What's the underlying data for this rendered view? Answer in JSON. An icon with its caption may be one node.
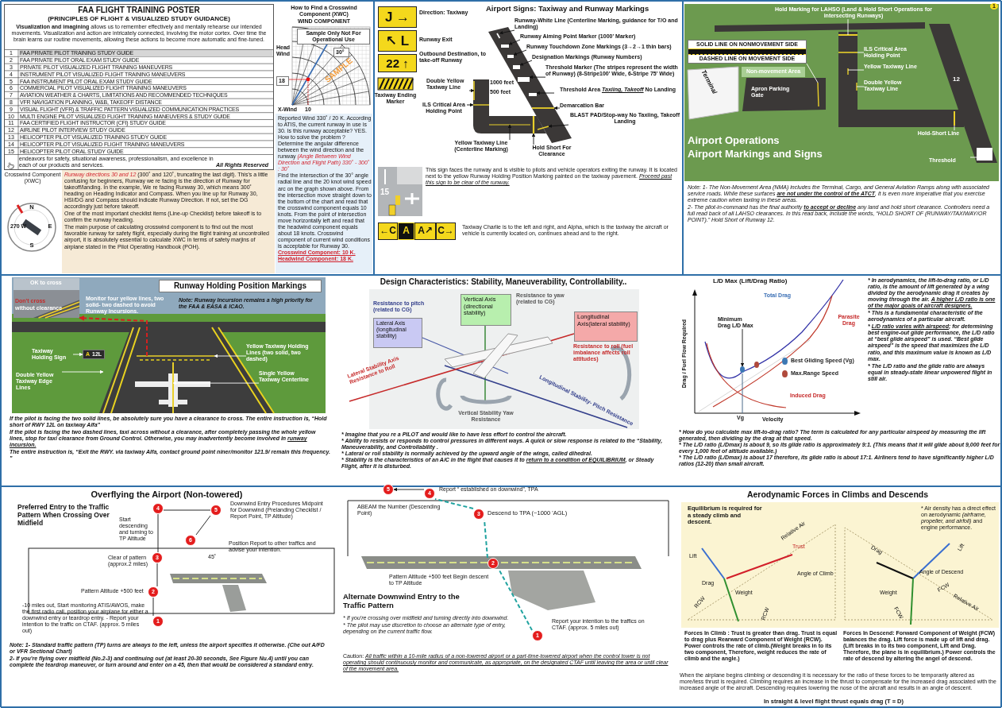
{
  "diagram": {
    "title": "FAA FLIGHT TRAINING POSTER",
    "nodes": [
      {
        "text": [
          "J →"
        ]
      },
      {
        "text": [
          "↖ L"
        ]
      },
      {
        "text": [
          "22 ↑"
        ]
      },
      {
        "text": [
          "Runway-White Line (Centerline Marking, guidance for T/O and Landing)"
        ]
      },
      {
        "text": [
          "Runway Aiming Point Marker (1000' Marker)"
        ]
      },
      {
        "text": [
          "Runway Touchdown Zone Markings (3→2→1 thin bars)"
        ]
      },
      {
        "text": [
          "Designation Markings (Runway Numbers)"
        ]
      },
      {
        "text": [
          "Threshold Marker (The stripes represent the width of Runway) (8-Stripe100' Wide, 6-Stripe 75' Wide)"
        ]
      },
      {
        "text": [
          "Double Yellow Taxiway Line"
        ]
      },
      {
        "text": [
          "Threshold Area *Taxiing, Takeoff* No Landing"
        ]
      },
      {
        "text": [
          "ILS Critical Area Holding Point"
        ]
      },
      {
        "text": [
          "Demarcation Bar"
        ]
      },
      {
        "text": [
          "BLAST PAD/Stop-way No Taxiing, Takeoff Landing"
        ]
      },
      {
        "text": [
          "Yellow Taxiway Line (Centerline Marking)"
        ]
      },
      {
        "text": [
          "Hold Short For Clearance"
        ]
      },
      {
        "text": [
          "←C"
        ]
      },
      {
        "text": [
          "A"
        ]
      },
      {
        "text": [
          "A↗"
        ]
      },
      {
        "text": [
          "C→"
        ]
      },
      {
        "text": [
          "Hold Marking for LAHSO (Land & Hold Short Operations for intersecting Runways)"
        ]
      },
      {
        "text": [
          "ILS Critical Area Holding Point"
        ]
      },
      {
        "text": [
          "Yellow Taxiway Line"
        ]
      },
      {
        "text": [
          "Double Yellow Taxiway Line"
        ]
      },
      {
        "text": [
          "Hold-Short Line"
        ]
      },
      {
        "text": [
          "Threshold"
        ]
      },
      {
        "text": [
          "SOLID LINE ON NONMOVEMENT SIDE",
          "DASHED LINE ON MOVEMENT SIDE"
        ]
      },
      {
        "text": [
          "Taxiway Holding Sign"
        ]
      },
      {
        "text": [
          "Double Yellow Taxiway Edge Lines"
        ]
      },
      {
        "text": [
          "Yellow Taxiway Holding Lines (two solid, two dashed)"
        ]
      },
      {
        "text": [
          "Single Yellow Taxiway Centerline"
        ]
      },
      {
        "text": [
          "Vertical Axis (directional stability)"
        ],
        "beside": [
          "Resistance to yaw (related to CG)"
        ]
      },
      {
        "text": [
          "Lateral Axis (longitudinal stability)"
        ],
        "beside": [
          "Resistance to pitch (related to CG)"
        ]
      },
      {
        "text": [
          "Longitudinal Axis(lateral stability)"
        ],
        "beside": [
          "Resistance to roll (fuel imbalance affects roll attitudes)"
        ]
      },
      {
        "text": [
          "Minimum Drag L/D Max"
        ]
      },
      {
        "text": [
          "4"
        ]
      },
      {
        "text": [
          "5"
        ]
      },
      {
        "text": [
          "6"
        ]
      },
      {
        "text": [
          "3"
        ]
      },
      {
        "text": [
          "2"
        ]
      },
      {
        "text": [
          "1"
        ]
      },
      {
        "text": [
          "5"
        ]
      },
      {
        "text": [
          "4"
        ]
      },
      {
        "text": [
          "3"
        ]
      },
      {
        "text": [
          "2"
        ]
      },
      {
        "text": [
          "1"
        ]
      },
      {
        "text": [
          "Non-movement Area"
        ]
      },
      {
        "text": [],
        "shape": "line"
      },
      {
        "text": [],
        "shape": "bar"
      },
      {
        "text": [],
        "shape": "bar"
      },
      {
        "text": [],
        "shape": "bar"
      },
      {
        "text": [],
        "shape": "bar"
      },
      {
        "text": [],
        "shape": "line"
      },
      {
        "text": [],
        "shape": "bar"
      },
      {
        "text": [],
        "shape": "line"
      },
      {
        "text": [],
        "shape": "line"
      },
      {
        "text": [],
        "shape": "line"
      },
      {
        "text": [],
        "shape": "line"
      },
      {
        "text": [],
        "shape": "line"
      },
      {
        "text": [],
        "shape": "line"
      },
      {
        "text": [],
        "shape": "line"
      },
      {
        "text": [],
        "shape": "line"
      },
      {
        "text": [],
        "shape": "line"
      },
      {
        "text": [],
        "shape": "line"
      },
      {
        "text": [],
        "shape": "line"
      },
      {
        "text": [],
        "shape": "bar"
      },
      {
        "text": [
          "A",
          "12L"
        ]
      },
      {
        "text": [],
        "shape": "line"
      },
      {
        "text": [],
        "shape": "line"
      },
      {
        "text": [],
        "shape": "line"
      },
      {
        "text": [],
        "shape": "circle"
      },
      {
        "text": [],
        "shape": "picture"
      }
    ],
    "edges": [
      {
        "from": 3,
        "to": 46,
        "arrow": "to"
      },
      {
        "from": 4,
        "to": 47,
        "arrow": "to"
      },
      {
        "from": 5,
        "to": 48,
        "arrow": "to"
      },
      {
        "from": 6,
        "to": 49,
        "arrow": "to"
      },
      {
        "from": 7,
        "to": 50,
        "arrow": "to"
      },
      {
        "from": 8,
        "to": 51,
        "arrow": "to"
      },
      {
        "from": 9,
        "to": 52,
        "arrow": "to"
      },
      {
        "from": 10,
        "to": 53,
        "arrow": "to"
      },
      {
        "from": 11,
        "to": 54,
        "arrow": "to"
      },
      {
        "from": 12,
        "to": 55,
        "arrow": "to"
      },
      {
        "from": 13,
        "to": 56,
        "arrow": "to"
      },
      {
        "from": 14,
        "to": 57,
        "arrow": "to"
      },
      {
        "from": 19,
        "to": 58,
        "arrow": "none",
        "color": "#ffffff"
      },
      {
        "from": 20,
        "to": 60,
        "arrow": "none",
        "color": "#ffffff"
      },
      {
        "from": 21,
        "to": 61,
        "arrow": "none",
        "color": "#ffffff"
      },
      {
        "from": 22,
        "to": 62,
        "arrow": "none",
        "color": "#ffffff"
      },
      {
        "from": 23,
        "to": 63,
        "arrow": "none",
        "color": "#ffffff"
      },
      {
        "from": 24,
        "to": 64,
        "arrow": "none",
        "color": "#ffffff"
      },
      {
        "from": 25,
        "to": 59,
        "arrow": "none",
        "color": "#ffffff"
      },
      {
        "from": 26,
        "to": 65,
        "arrow": "to",
        "color": "#ffffff"
      },
      {
        "from": 27,
        "to": 66,
        "arrow": "to",
        "color": "#ffffff"
      },
      {
        "from": 28,
        "to": 67,
        "arrow": "to",
        "color": "#ffffff"
      },
      {
        "from": 29,
        "to": 68,
        "arrow": "to",
        "color": "#ffffff"
      },
      {
        "from": 33,
        "to": 69,
        "arrow": "to"
      },
      {
        "from": 67,
        "to": 70,
        "arrow": "to",
        "style": "dashed",
        "color": "#d32020"
      },
      {
        "from": 39,
        "to": 38,
        "arrow": "none"
      },
      {
        "from": 38,
        "to": 37,
        "arrow": "none"
      },
      {
        "from": 37,
        "to": 34,
        "arrow": "none"
      },
      {
        "from": 34,
        "to": 35,
        "arrow": "none"
      },
      {
        "from": 35,
        "to": 36,
        "arrow": "none"
      },
      {
        "from": 44,
        "to": 43,
        "arrow": "none",
        "style": "dashed",
        "color": "#21a3a0"
      },
      {
        "from": 43,
        "to": 42,
        "arrow": "none",
        "style": "dashed",
        "color": "#21a3a0"
      },
      {
        "from": 42,
        "to": 41,
        "arrow": "none",
        "style": "dashed",
        "color": "#21a3a0"
      },
      {
        "from": 41,
        "to": 40,
        "arrow": "to"
      }
    ],
    "labels": [
      "(PRINCIPLES OF FLIGHT & VISUALIZED STUDY GUIDANCE)",
      "**Visualization and imagining** allows us to remember effectively and mentally rehearse our intended movements. Visualization and action are intricately connected, involving the motor cortex. Over time the brain learns our routine movements, allowing these actions to become more automatic and fine-tuned.",
      "1",
      "FAA PRIVATE PILOT TRAINING STUDY GUIDE",
      "2",
      "FAA PRIVATE PILOT ORAL EXAM STUDY GUIDE",
      "3",
      "PRIVATE PILOT VISUALIZED FLIGHT TRAINING MANEUVERS",
      "4",
      "INSTRUMENT PILOT VISUALIZED FLIGHT TRAINING MANEUVERS",
      "5",
      "FAA INSTRUMENT PILOT ORAL EXAM STUDY GUIDE",
      "6",
      "COMMERCIAL PILOT VISUALIZED FLIGHT TRAINING MANEUVERS",
      "7",
      "AVIATION WEATHER & CHARTS, LIMITATIONS AND RECOMMENDED TECHNIQUES",
      "8",
      "VFR NAVIGATION PLANNING, W&B, TAKEOFF DISTANCE",
      "9",
      "VISUAL FLIGHT (VFR) & TRAFFIC PATTERN VISUALIZED COMMUNICATION PRACTICES",
      "10",
      "MULTI ENGINE PILOT VISUALIZED FLIGHT TRAINING MANEUVERS & STUDY GUIDE",
      "11",
      "FAA CERTIFIED FLIGHT INSTRUCTOR (CFI) STUDY GUIDE",
      "12",
      "AIRLINE PILOT INTERVIEW STUDY GUIDE",
      "13",
      "HELICOPTER PILOT VISUALIZED TRAINING STUDY GUIDE",
      "14",
      "HELICOPTER PILOT VISUALIZED FLIGHT TRAINING MANEUVERS",
      "15",
      "HELICOPTER PILOT ORAL STUDY GUIDE",
      "endeavors for safety, situational awareness, professionalism, and excellence in each of our products and services.",
      "All Rights Reserved",
      "How to Find a Crosswind Component (XWC)",
      "WIND COMPONENT",
      "Sample Only Not For Operational Use",
      "SAMPLE",
      "Head Wind",
      "30°",
      "18",
      "X-Wind",
      "10",
      "Crosswind Component (XWC)",
      "N",
      "E",
      "S",
      "270 W",
      "*Runway directions 30 and 12* (300˚ and 120˚, truncating the last digit). This's a little confusing for beginners, Runway we re facing is the direction of Runway for takeoff/landing. In the example, We re facing Runway 30, which means 300˚ heading on Heading Indicator and Compass. When you line up for Runway 30, HSI/DG and Compass should indicate Runway Direction. If not, set the DG accordingly just before takeoff.",
      "One of the most important checklist items (Line-up Checklist) before takeoff is to confirm the runway heading.",
      "The main purpose of calculating crosswind component is to find out the most favorable runway for safety flight, especially during the flight training at uncontrolled airport, it is absolutely essential to calculate XWC in terms of safety marjins of airplane stated in the Pilot Operating Handbook (POH).",
      "Reported Wind 330˚ / 20 K. According to ATIS, the current runway in use is 30. Is this runway acceptable? YES. How to solve the problem ?",
      "Determine the angular difference between the wind direction and the runway *(Angle Between Wind Direction and Flight Path) 330˚ - 300˚ : 30˚*",
      "Find the intersection of the 30° angle radial line and the 20 knot wind speed arc on the graph shown above. From the intersection move straight down to the bottom of the chart and read that the crosswind component equals 10 knots. From the point of intersection move horizontally left and read that the headwind component equals about 18 knots. Crosswind component of current wind conditions is acceptable for Runway 30. **Crosswind Component: 10 K. Headwind Component: 18 K.**",
      "Airport Signs: Taxiway and Runway Markings",
      "Direction: Taxiway",
      "Runway Exit",
      "Outbound Destination, to take-off Runway",
      "Taxiway Ending Marker",
      "1000 feet",
      "500 feet",
      "15",
      "This sign faces the runway and is visible to pilots and vehicle operators exiting the runway. It is located next to the yellow Runway Holding Position Marking painted on the taxiway pavement. *Proceed past this sign to be clear of the runway.*",
      "Taxiway Charlie is to the left and right, and Alpha, which is the taxiway the aircraft or vehicle is currently located on, continues ahead and to the right.",
      "Terminal",
      "Apron Parking Gate",
      "12",
      "Airport Operations",
      "Airport Markings and Signs",
      "1",
      "Note: 1- The Non-Movement Area (NMA) includes the Terminal, Cargo, and General Aviation Ramps along with associated service roads. While these surfaces **are not under the control of the ATCT**, it is even more imperative that you exercise extreme caution when taxiing in these areas.",
      "2- The pilot-in-command has the final authority **to accept or decline** any land and hold short clearance. Controllers need a full read back of all LAHSO clearances. In this read back, include the words, “HOLD SHORT OF (RUNWAY/TAXIWAY/OR POINT).” Hold Short of Runway 12.",
      "Runway Holding Position Markings",
      "Note: Runway Incursion remains a high priority for the FAA & EASA & ICAO.",
      "OK to cross",
      "Don't cross",
      "without clearance",
      "Monitor four yellow lines, two solid- two dashed to avoid Runway Incursions.",
      "If the pilot is facing the two solid lines, be absolutely sure you have a clearance to cross. The entire instruction is, “Hold short of RWY 12L on taxiway Alfa”",
      "If the pilot is facing the two dashed lines, taxi across without a clearance, after completely passing the whole yellow lines, stop for taxi clearance from Ground Control. Otherwise, you may inadvertently become involved in **runway incursion.**",
      "The entire instruction is, “Exit the RWY. via taxiway Alfa, contact ground point niner/monitor 121.9/ remain this frequency. ”",
      "Design Characteristics: Stability, Maneuverability, Controllability..",
      "Lateral Stability Axis Resistance to Roll",
      "Longitudinal Stability- Pitch Resistance",
      "Vertical Stability Yaw Resistance",
      "* Imagine that you re a PILOT and would like to have less effort to control the aircraft.",
      "* Ability to resists or responds to control pressures in different ways. A quick or slow response is related to the “Stability, Maneuverability, and Controllability .",
      "* Lateral or roll stability is normally achieved by the upward angle of the wings, called dihedral.",
      "* Stability is the characteristics of an A/C in the flight that causes it to **return to a condition of EQUILIBRIUM**, or Steady Flight, after it is disturbed.",
      "L/D Max (Lift/Drag Ratio)",
      "Drag / Fuel Flow Required",
      "Total Drag",
      "Parasite Drag",
      "Induced Drag",
      "Vg",
      "Velocity",
      "* In aerodynamics, the lift-to-drag ratio, or L/D ratio, is the amount of lift generated by a wing divided by the aerodynamic drag it creates by moving through the air. **A higher L/D ratio is one of the major goals of aircraft designers.**",
      "* This is a fundamental characteristic of the aerodynamics of a particular aircraft.",
      "* **L/D ratio varies with airspeed**; for determining best engine-out glide performance, the L/D ratio at “best glide airspeed” is used. “Best glide airspeed” is the speed that maximizes the L/D ratio, and this maximum value is known as L/D max.",
      "* The L/D ratio and the glide ratio are always equal in steady-state linear unpowered flight in still air.",
      "* How do you calculate max lift-to-drag ratio? The term is calculated for any particular airspeed by measuring the lift generated, then dividing by the drag at that speed.",
      "* The L/D ratio (L/Dmax) is about 9, so its glide ratio is approximately 9:1. (This means that it will glide about 9,000 feet for every 1,000 feet of altitude available.)",
      "* The L/D ratio (L/Dmax) is about 17 therefore, its glide ratio is about 17:1. Airliners tend to have significantly higher L/D ratios (12-20) than small aircraft.",
      "Overflying the Airport (Non-towered)",
      "Preferred Entry to the Traffic Pattern When Crossing Over Midfield",
      "Start descending and turning to TP Altitude",
      "Downwind Entry Procedures Midpoint for Downwind (Prelanding Checklist / Report Point, TP Altitude)",
      "45˚",
      "Position Report to other traffics and advise your intention.",
      "Clear of pattern (approx.2 miles)",
      "Pattern Altitude +500 feet",
      "-10 miles out, Start monitoring ATIS/AWOS, make the first radio call, position your airplane for either a downwind entry or teardrop entry. - Report your intention to the traffic on CTAF. (approx. 5 miles out)",
      "Note: 1- Standard traffic pattern (TP) turns are always to the left, unless the airport specifies it otherwise. (Che out A/FD or VFR Sectional Chart)",
      "2- If you're flying over midfield (No.2-3) and continuing out (at least 20-30 seconds, See Figure Nu.4) until you can complete the teardrop maneuver, or turn around and enter on a 45, then that would be considered a standard entry.",
      "Report “ established on downwind”, TPA",
      "ABEAM the Number (Descending Point)",
      "Descend to TPA (~1000 'AGL)",
      "Pattern Altitude +500 feet Begin descent to TP Altitude",
      "Alternate Downwind Entry to the Traffic Pattern",
      "* If you're crossing over midfield and turning directly into downwind.",
      "* The pilot may use discretion to choose an alternate type of entry, depending on the current traffic flow.",
      "Report your intention to the traffics on CTAF. (approx. 5 miles out)",
      "Caution: *All traffic within a 10-mile radius of a non-towered airport or a part-time-towered airport when the control tower is not operating should continuously monitor and communicate, as appropriate, on the designated CTAF until leaving the area or until clear of the movement area.*",
      "Aerodynamic Forces in Climbs and Descends",
      "Equilibrium is required for a steady climb and descent.",
      "Relative Air",
      "Lift",
      "Trust",
      "Drag",
      "Angle of Climb",
      "RCW",
      "Weight",
      "RCW",
      "* Air density has a direct effect on aerodynamic *(airframe, propeller, and airfoil)* and engine performance.",
      "Drag",
      "Lift",
      "Angle of Descend",
      "Weight",
      "FCW",
      "Relative Air",
      "FCW",
      "Forces In Climb : Trust is greater than drag. Trust is equal to drag plus Rearward Component of Weight (RCW). Power controls the rate of climb.(Weight breaks in to its two component, Therefore, weight reduces the rate of climb and the angle.)",
      "Forces In Descend: Forward Component of Weight (FCW) balances the drag. Lift force is made up of lift and drag. (Lift breaks in to its two component, Lift and Drag. Therefore, the plane is in equilibrium.) Power controls the rate of descend by altering the angel of descend.",
      "When the airplane begins climbing or descending it is necessary for the ratio of these forces to be temporarily altered as more/less thrust is required. Climbing requires an increase in the thrust to compensate for the increased drag associated with the increased angle of the aircraft. Descending requires lowering the nose of the aircraft and results in an angle of descent.",
      "In straight & level flight thrust equals drag (T = D)"
    ],
    "legend": [
      {
        "text": "Best Gliding Speed (Vg)",
        "color": "#3c78b4"
      },
      {
        "text": "Max.Range Speed",
        "color": "#b04a3c"
      }
    ]
  }
}
